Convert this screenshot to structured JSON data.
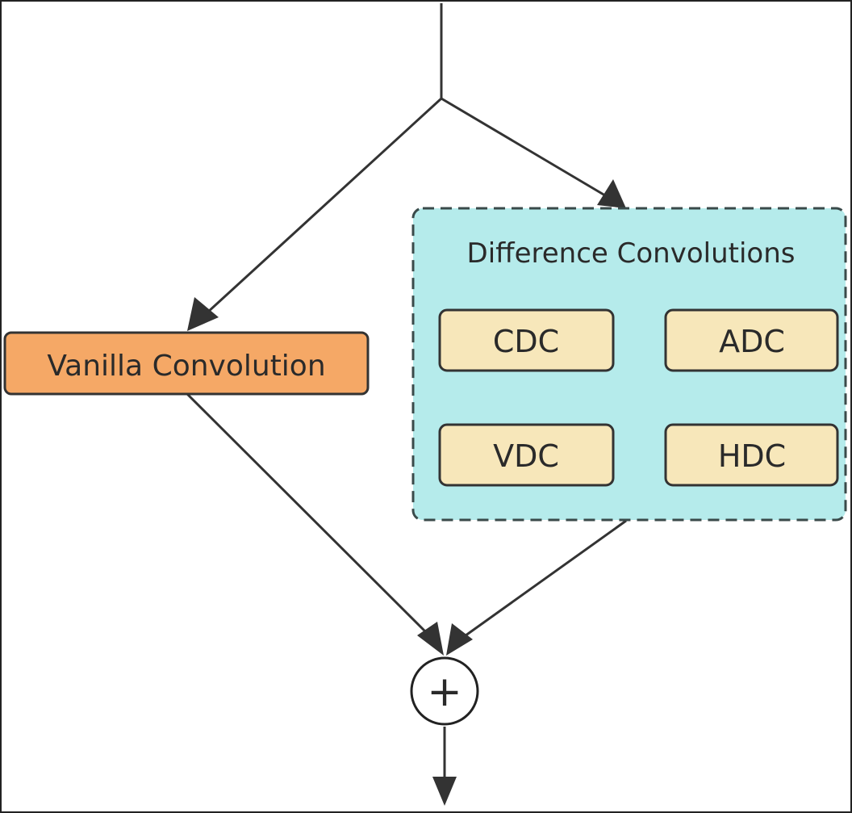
{
  "diagram": {
    "vanilla_label": "Vanilla Convolution",
    "group_title": "Difference Convolutions",
    "ops": {
      "cdc": "CDC",
      "adc": "ADC",
      "vdc": "VDC",
      "hdc": "HDC"
    },
    "sum_symbol": "+"
  },
  "colors": {
    "vanilla_fill": "#f5a866",
    "group_fill": "#b5ebeb",
    "op_fill": "#f7e7ba",
    "stroke": "#333333"
  }
}
